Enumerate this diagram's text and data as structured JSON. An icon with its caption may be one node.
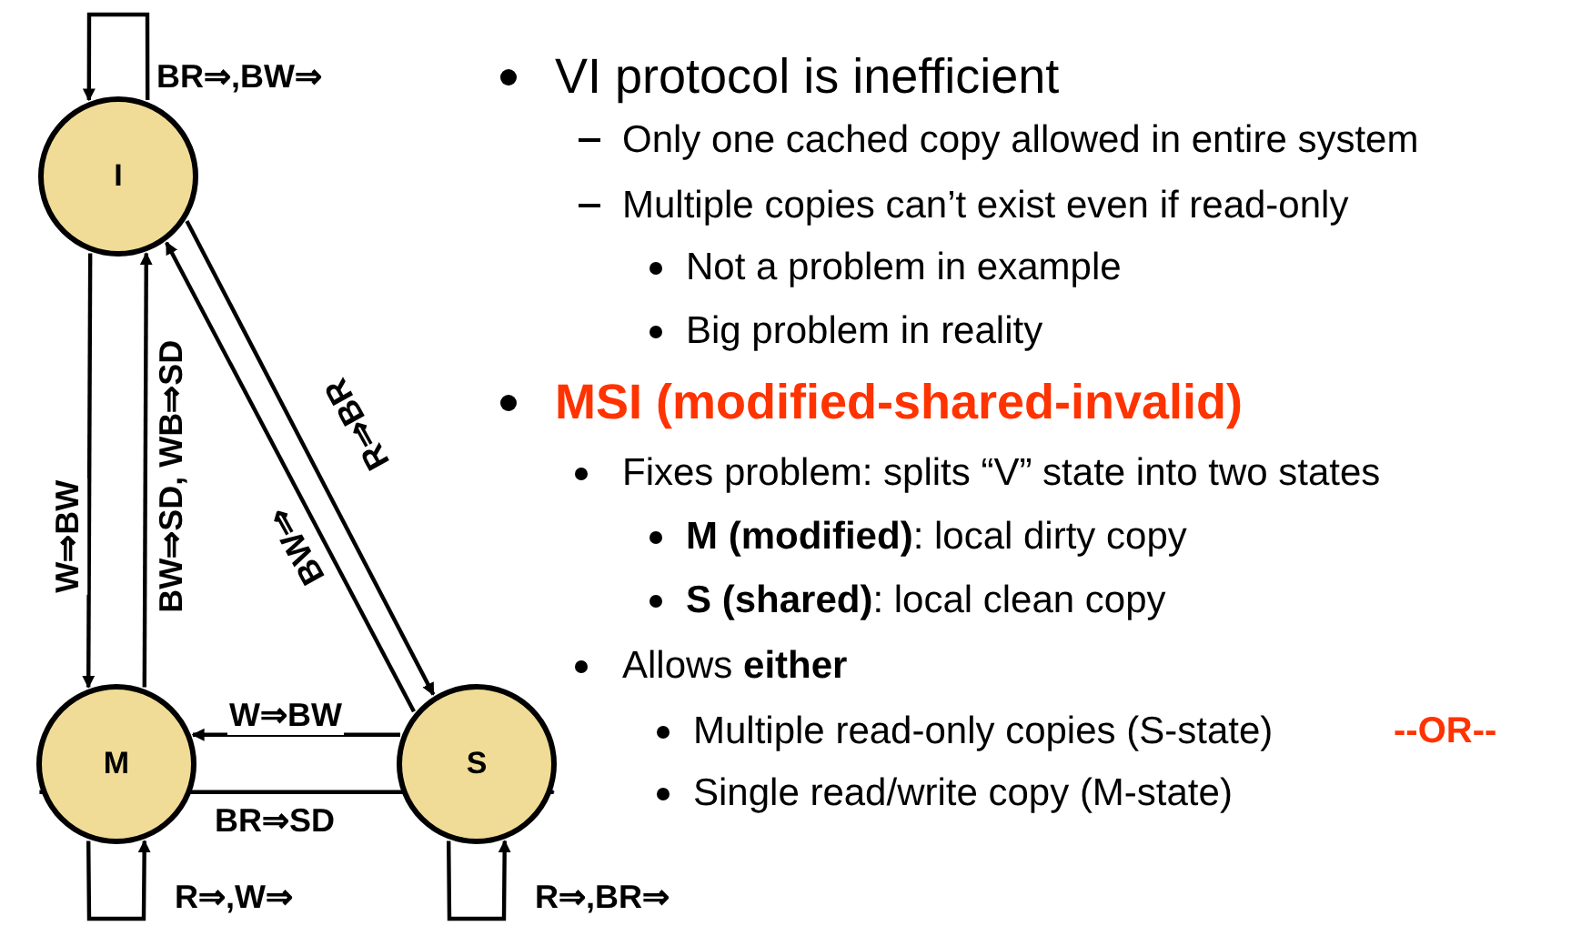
{
  "diagram": {
    "nodes": [
      {
        "text": [
          "I"
        ]
      },
      {
        "text": [
          "M"
        ]
      },
      {
        "text": [
          "S"
        ]
      }
    ],
    "edges": [
      {
        "from": 0,
        "to": 0,
        "arrow": "to",
        "label": "BR⇒,BW⇒"
      },
      {
        "from": 0,
        "to": 1,
        "arrow": "to",
        "label": "W⇒BW"
      },
      {
        "from": 1,
        "to": 0,
        "arrow": "to",
        "label": "BW⇒SD, WB⇒SD"
      },
      {
        "from": 2,
        "to": 0,
        "arrow": "to",
        "label": "BW⇒"
      },
      {
        "from": 0,
        "to": 2,
        "arrow": "to",
        "label": "R⇒BR"
      },
      {
        "from": 2,
        "to": 1,
        "arrow": "to",
        "label": "W⇒BW"
      },
      {
        "from": 1,
        "to": 2,
        "arrow": "to",
        "label": "BR⇒SD"
      },
      {
        "from": 1,
        "to": 1,
        "arrow": "to",
        "label": "R⇒,W⇒"
      },
      {
        "from": 2,
        "to": 2,
        "arrow": "to",
        "label": "R⇒,BR⇒"
      }
    ],
    "labels": [
      "VI protocol is inefficient",
      "Only one cached copy allowed in entire system",
      "Multiple copies can’t exist even if read-only",
      "Not a problem in example",
      "Big problem in reality",
      "MSI (modified-shared-invalid)",
      "Fixes problem: splits “V” state into two states",
      "**M (modified)**: local dirty copy",
      "**S (shared)**: local clean copy",
      "Allows **either**",
      "Multiple read-only copies (S-state)",
      "--OR--",
      "Single read/write copy (M-state)"
    ]
  }
}
